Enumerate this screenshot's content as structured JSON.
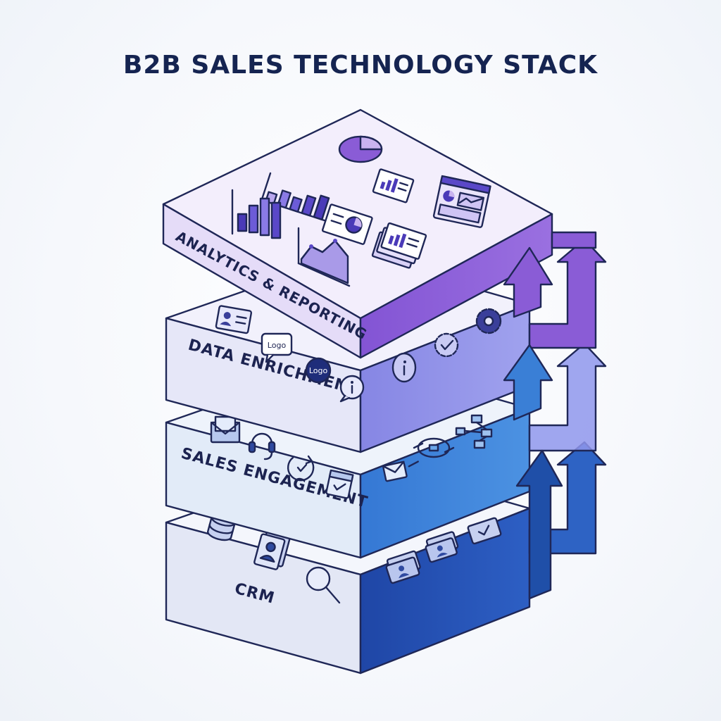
{
  "title": "B2B SALES TECHNOLOGY STACK",
  "layers": [
    {
      "name": "CRM",
      "top_color": "#f4f6fc",
      "side_color": "#2448a8"
    },
    {
      "name": "SALES ENGAGEMENT",
      "top_color": "#eef3fb",
      "side_color": "#3a7fd6"
    },
    {
      "name": "DATA ENRICHMENT",
      "top_color": "#f2f1fc",
      "side_color": "#8f8fe6"
    },
    {
      "name": "ANALYTICS & REPORTING",
      "top_color": "#f3eefc",
      "side_color": "#8a5cd6"
    }
  ],
  "icons": {
    "analytics": [
      "pie-chart-icon",
      "bar-chart-icon",
      "column-chart-icon",
      "area-chart-icon",
      "report-document-icon",
      "pie-report-icon",
      "dashboard-window-icon",
      "stacked-reports-icon"
    ],
    "enrichment": [
      "contact-card-icon",
      "logo-badge-icon",
      "logo-circle-icon",
      "info-bubble-icon",
      "info-coin-icon",
      "verified-gear-icon",
      "gear-icon"
    ],
    "engagement": [
      "mail-icon",
      "headset-icon",
      "phone-callback-icon",
      "calendar-check-icon",
      "envelope-send-icon",
      "sync-arrows-icon",
      "workflow-icon"
    ],
    "crm": [
      "database-icon",
      "contact-stack-icon",
      "magnifier-icon",
      "contact-cards-icon",
      "message-card-icon"
    ]
  },
  "logo_text": "Logo",
  "arrow_colors": [
    "#1f4fa8",
    "#3a7fd6",
    "#8a5cd6"
  ]
}
